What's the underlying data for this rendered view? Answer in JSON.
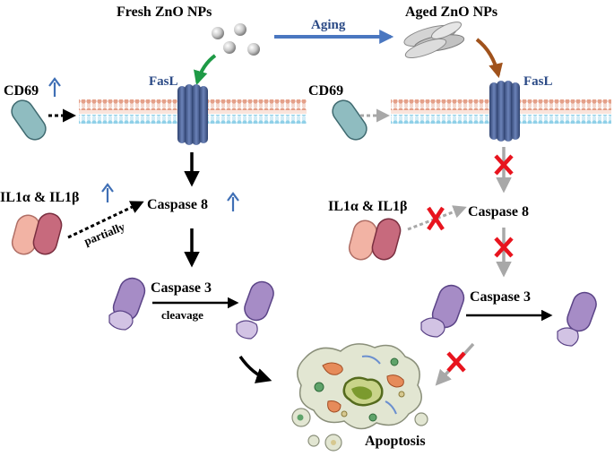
{
  "left_panel": {
    "title": "Fresh ZnO NPs",
    "fasl": "FasL",
    "cd69": "CD69",
    "il": "IL1α & IL1β",
    "caspase8": "Caspase 8",
    "partially": "partially",
    "caspase3": "Caspase 3",
    "cleavage": "cleavage"
  },
  "center": {
    "aging": "Aging",
    "apoptosis": "Apoptosis"
  },
  "right_panel": {
    "title": "Aged ZnO NPs",
    "fasl": "FasL",
    "cd69": "CD69",
    "il": "IL1α & IL1β",
    "caspase8": "Caspase 8",
    "caspase3": "Caspase 3"
  },
  "colors": {
    "up_arrow": "#3f6fb5",
    "aging_arrow": "#4a77c0",
    "green_arrow": "#1e9a46",
    "brown_arrow": "#a0521c",
    "block_cross": "#e8141e",
    "receptor": "#3f5a8f",
    "cd69_cell": "#8fbcc0",
    "il_cell_1": "#f2b3a4",
    "il_cell_2": "#c76a7d",
    "caspase_cell": "#a68cc6"
  }
}
